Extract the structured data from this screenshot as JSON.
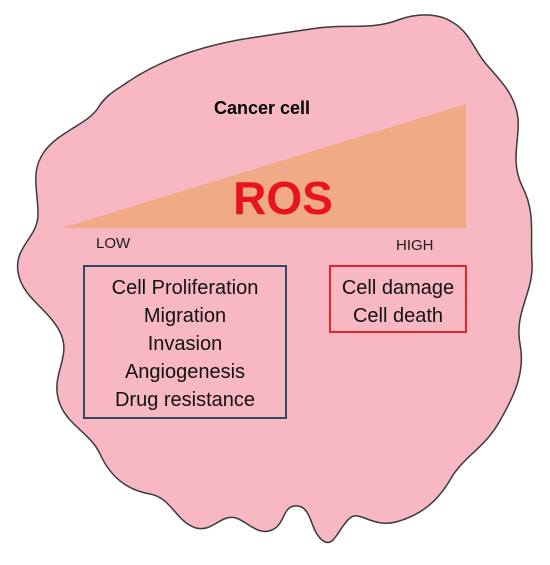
{
  "diagram": {
    "title": "Cancer cell",
    "gradient_label": "ROS",
    "low_label": "LOW",
    "high_label": "HIGH",
    "low_effects": [
      "Cell Proliferation",
      "Migration",
      "Invasion",
      "Angiogenesis",
      "Drug resistance"
    ],
    "high_effects": [
      "Cell damage",
      "Cell death"
    ]
  },
  "colors": {
    "cell_fill": "#f7b8c3",
    "cell_stroke": "#3a3a3a",
    "wedge_fill": "#f0aa86",
    "ros_text": "#e8141c",
    "low_box_border": "#2f4a64",
    "high_box_border": "#e3262c"
  }
}
